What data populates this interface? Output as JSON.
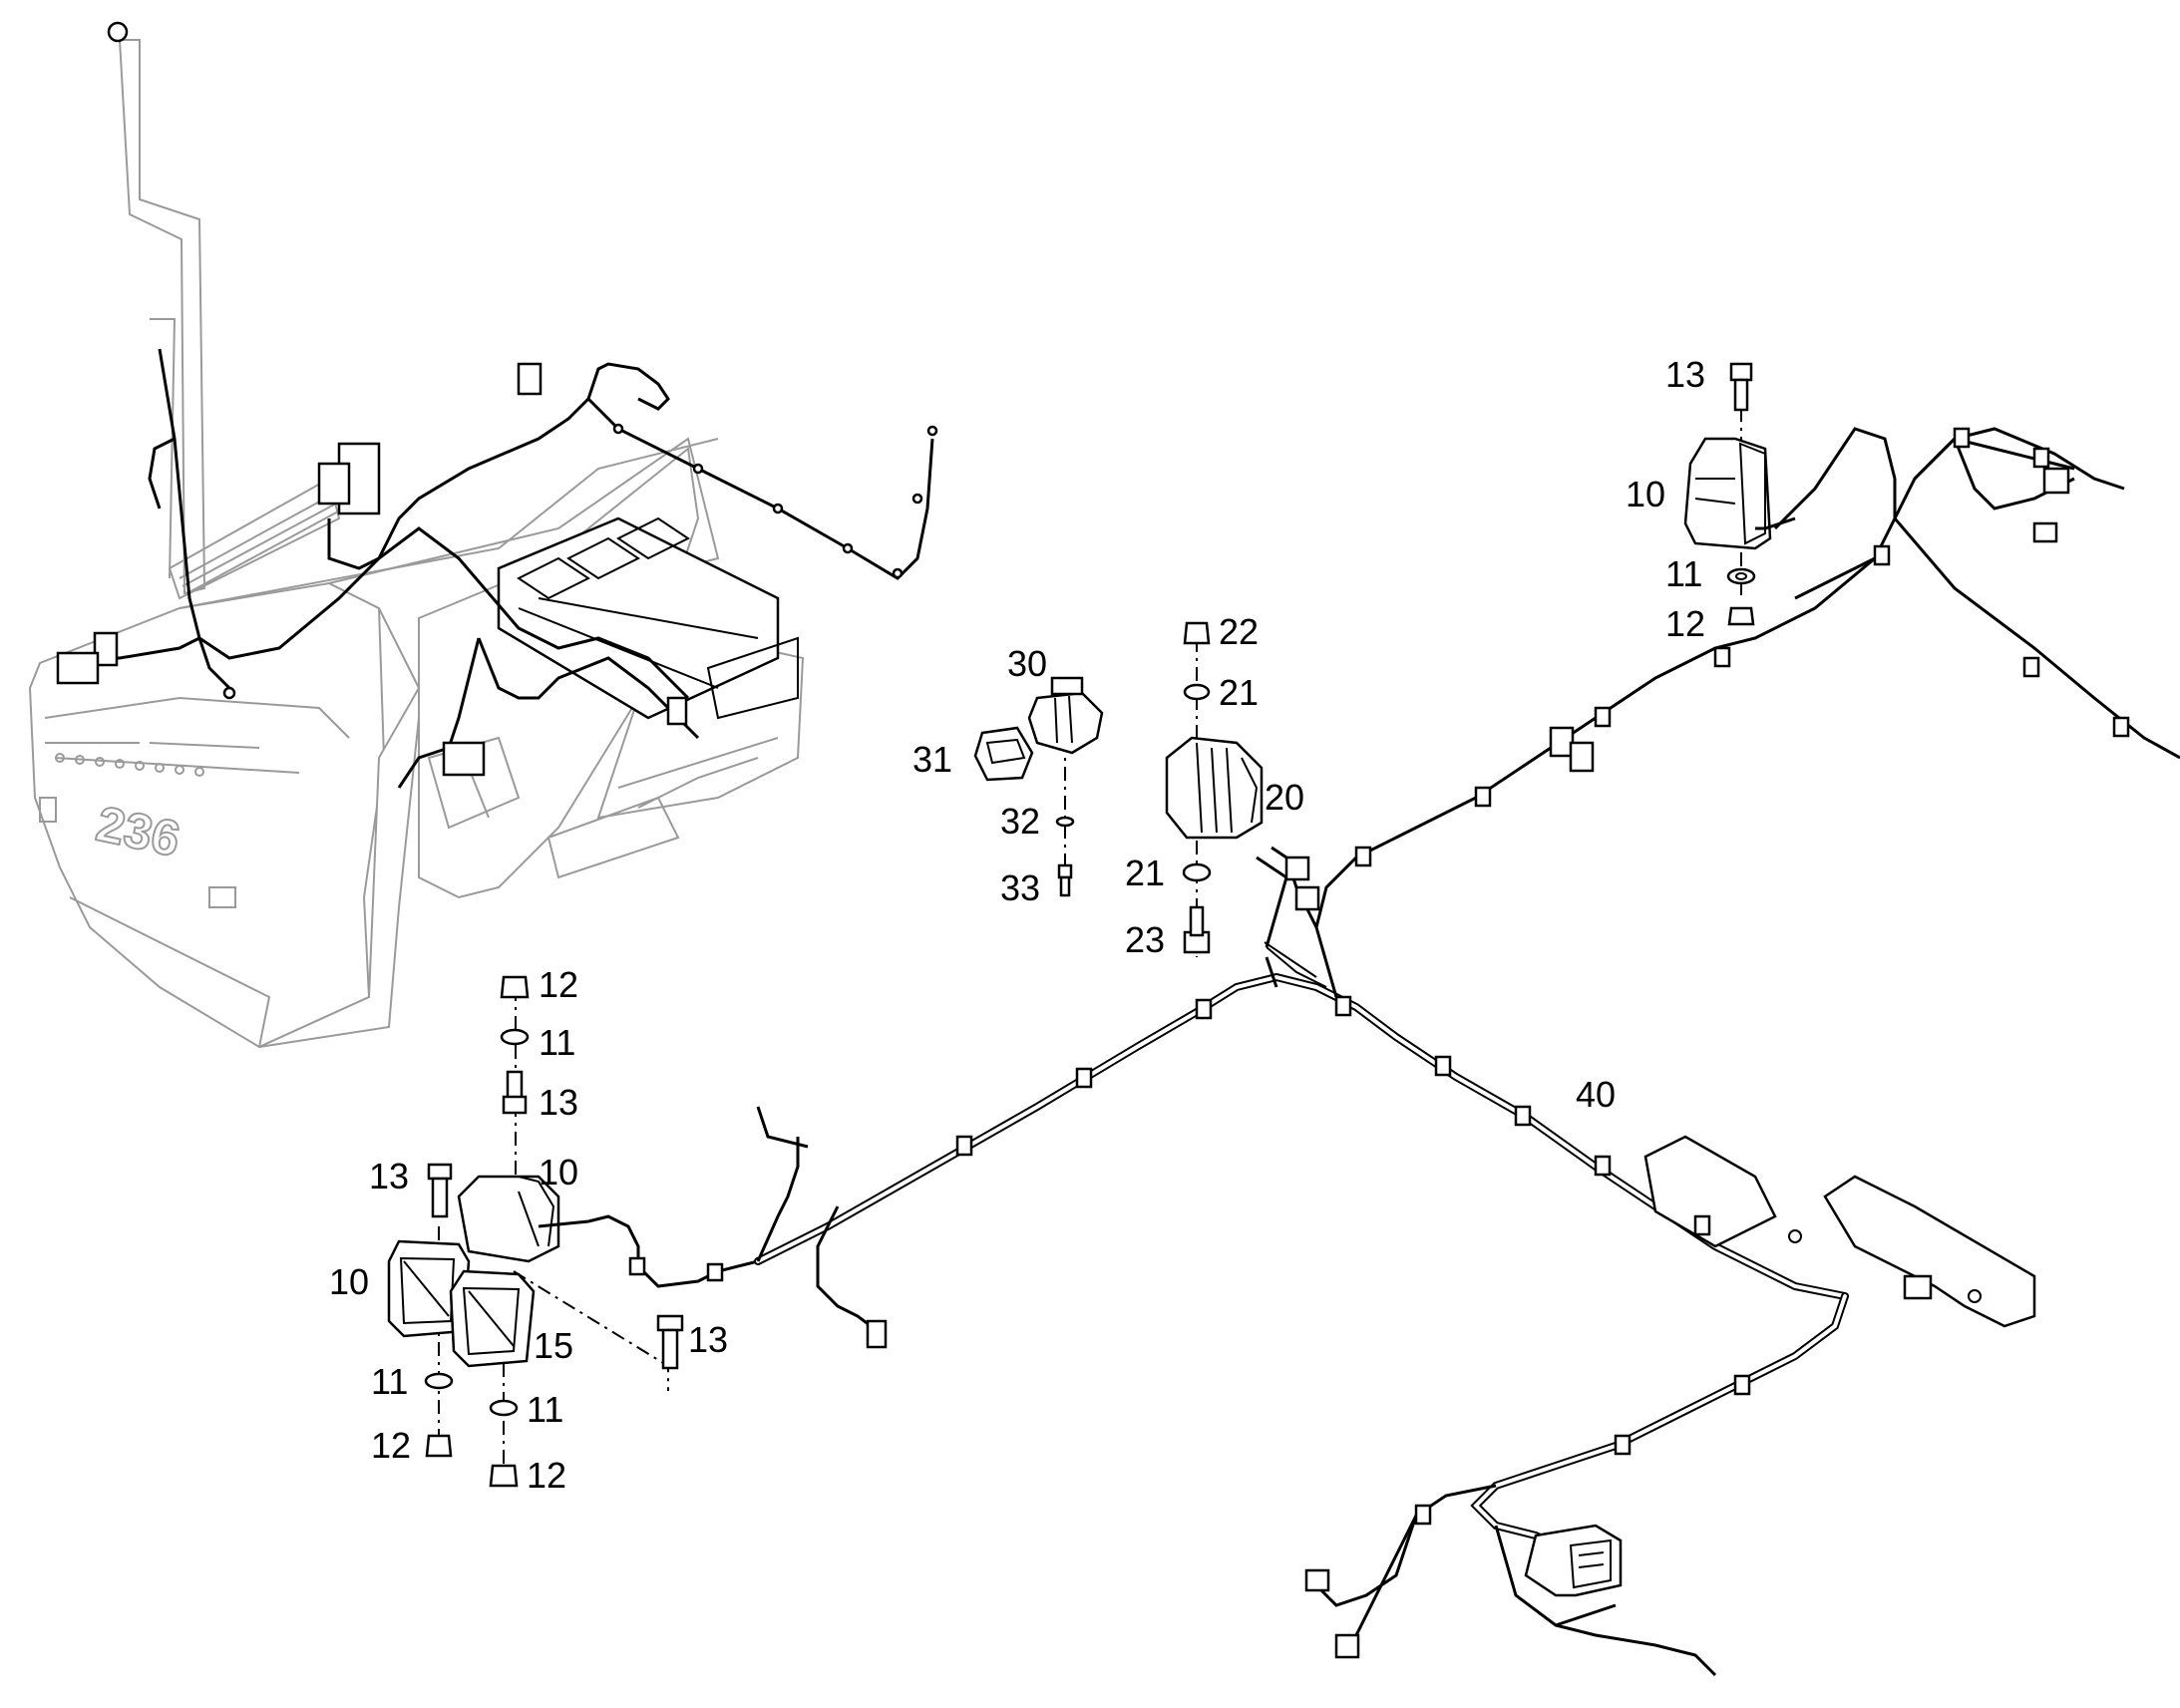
{
  "callouts": [
    {
      "id": "c13a",
      "text": "13"
    },
    {
      "id": "c10a",
      "text": "10"
    },
    {
      "id": "c11a",
      "text": "11"
    },
    {
      "id": "c12a",
      "text": "12"
    },
    {
      "id": "c30",
      "text": "30"
    },
    {
      "id": "c31",
      "text": "31"
    },
    {
      "id": "c32",
      "text": "32"
    },
    {
      "id": "c33",
      "text": "33"
    },
    {
      "id": "c22",
      "text": "22"
    },
    {
      "id": "c21a",
      "text": "21"
    },
    {
      "id": "c20",
      "text": "20"
    },
    {
      "id": "c21b",
      "text": "21"
    },
    {
      "id": "c23",
      "text": "23"
    },
    {
      "id": "c40",
      "text": "40"
    },
    {
      "id": "c12b",
      "text": "12"
    },
    {
      "id": "c11b",
      "text": "11"
    },
    {
      "id": "c13b",
      "text": "13"
    },
    {
      "id": "c13c",
      "text": "13"
    },
    {
      "id": "c10b",
      "text": "10"
    },
    {
      "id": "c10c",
      "text": "10"
    },
    {
      "id": "c15",
      "text": "15"
    },
    {
      "id": "c13d",
      "text": "13"
    },
    {
      "id": "c11c",
      "text": "11"
    },
    {
      "id": "c11d",
      "text": "11"
    },
    {
      "id": "c12c",
      "text": "12"
    },
    {
      "id": "c12d",
      "text": "12"
    }
  ],
  "machine_badge": "236",
  "icons": {
    "work-light": "work-light-icon",
    "bolt": "bolt-icon",
    "washer": "washer-icon",
    "nut": "nut-icon",
    "beacon": "beacon-icon",
    "connector": "connector-icon"
  }
}
